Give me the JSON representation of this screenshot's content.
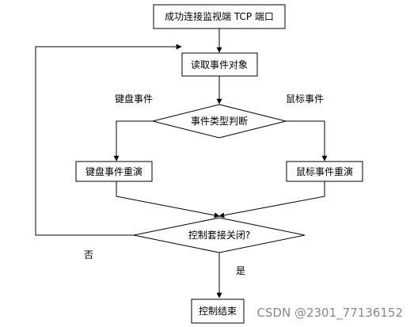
{
  "nodes": {
    "start": "成功连接监视端 TCP 端口",
    "read": "读取事件对象",
    "type_decision": "事件类型判断",
    "keyboard_replay": "键盘事件重演",
    "mouse_replay": "鼠标事件重演",
    "close_decision": "控制套接关闭?",
    "end": "控制结束"
  },
  "edge_labels": {
    "keyboard": "键盘事件",
    "mouse": "鼠标事件",
    "no": "否",
    "yes": "是"
  },
  "watermark": "CSDN @2301_77136152",
  "colors": {
    "line": "#000000",
    "box_fill": "#ffffff",
    "watermark": "#888888"
  }
}
